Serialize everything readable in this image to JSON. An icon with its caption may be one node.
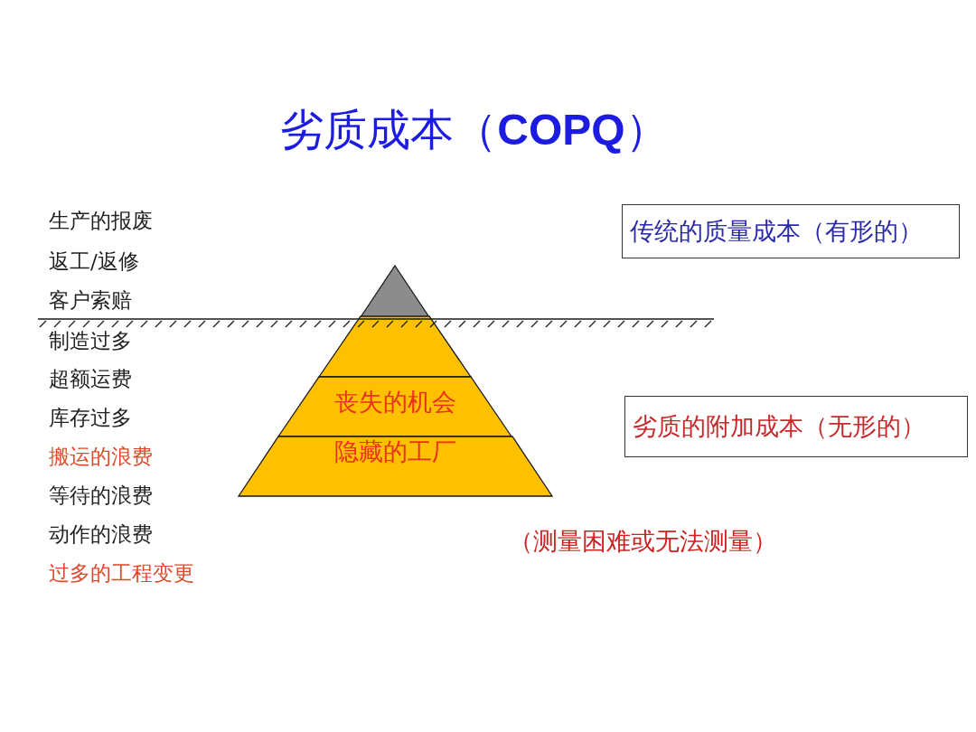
{
  "diagram": {
    "title": "劣质成本（**COPQ**）",
    "nodes": [
      {
        "text": [],
        "shape": "triangle"
      },
      {
        "text": [],
        "shape": "trapezoid"
      },
      {
        "text": [
          "丧失的机会"
        ]
      },
      {
        "text": [
          "隐藏的工厂"
        ]
      },
      {
        "text": [
          "传统的质量成本（有形的）"
        ]
      },
      {
        "text": [
          "劣质的附加成本（无形的）"
        ]
      }
    ],
    "labels": [
      "生产的报废",
      "返工/返修",
      "客户索赔",
      "制造过多",
      "超额运费",
      "库存过多",
      "搬运的浪费",
      "等待的浪费",
      "动作的浪费",
      "过多的工程变更",
      "（测量困难或无法测量）"
    ]
  }
}
